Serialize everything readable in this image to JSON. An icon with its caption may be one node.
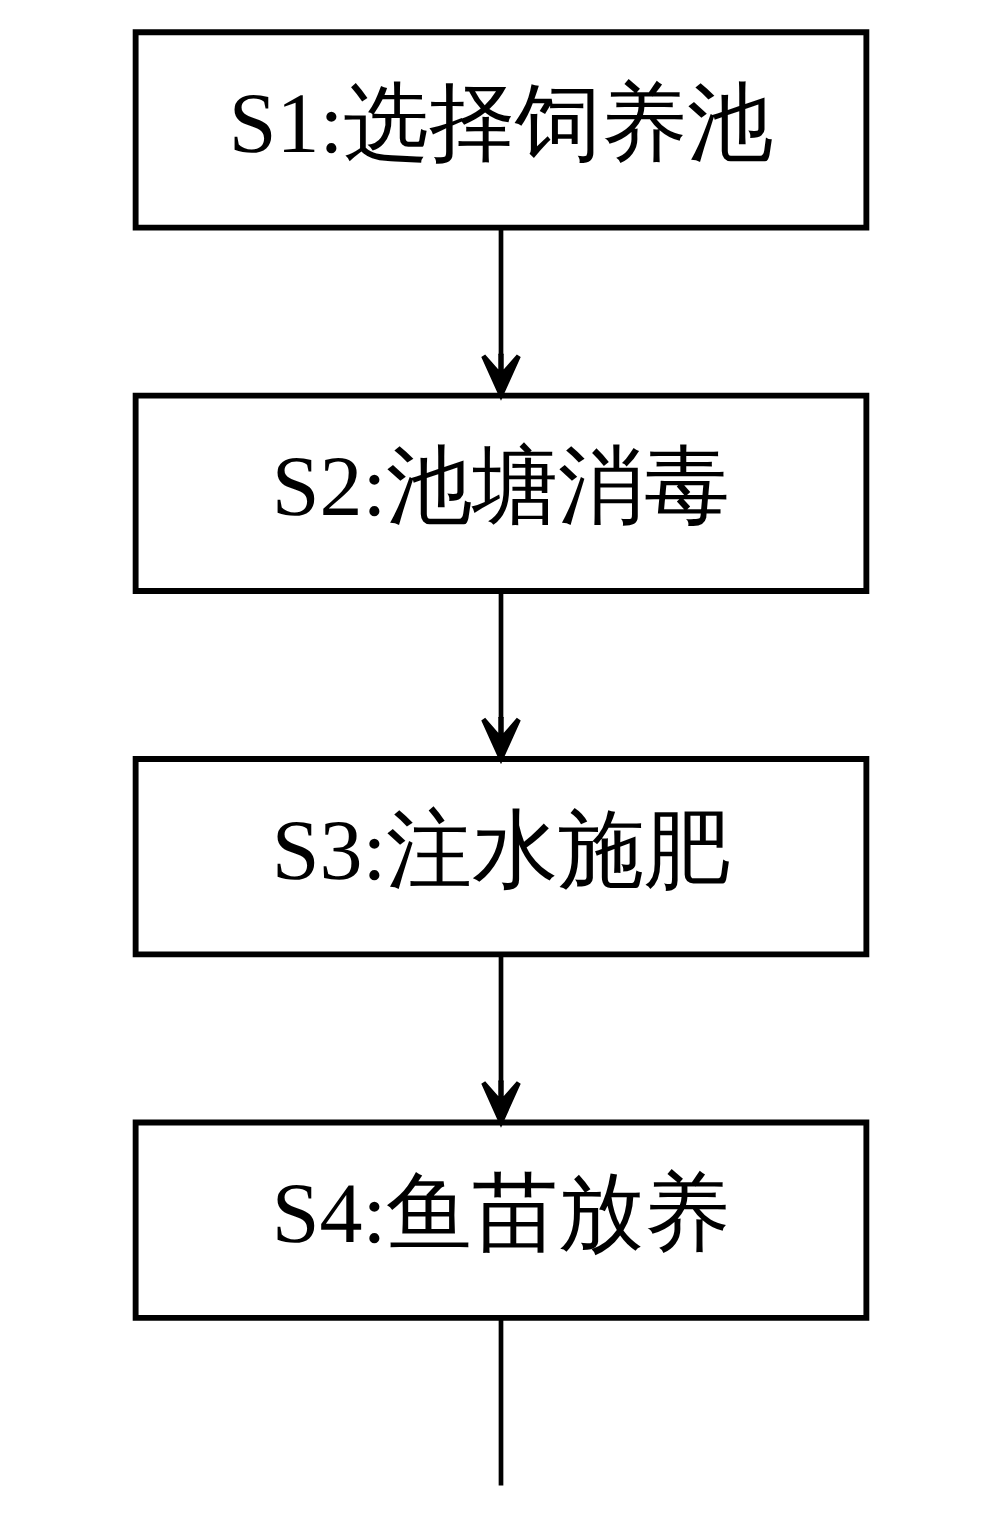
{
  "diagram": {
    "nodes": [
      {
        "text": [
          "S1:选择饲养池"
        ]
      },
      {
        "text": [
          "S2:池塘消毒"
        ]
      },
      {
        "text": [
          "S3:注水施肥"
        ]
      },
      {
        "text": [
          "S4:鱼苗放养"
        ]
      }
    ],
    "edges": [
      {
        "from": 0,
        "to": 1,
        "arrow": "to"
      },
      {
        "from": 1,
        "to": 2,
        "arrow": "to"
      },
      {
        "from": 2,
        "to": 3,
        "arrow": "to"
      },
      {
        "from": 3,
        "to": null,
        "arrow": "none"
      }
    ]
  }
}
